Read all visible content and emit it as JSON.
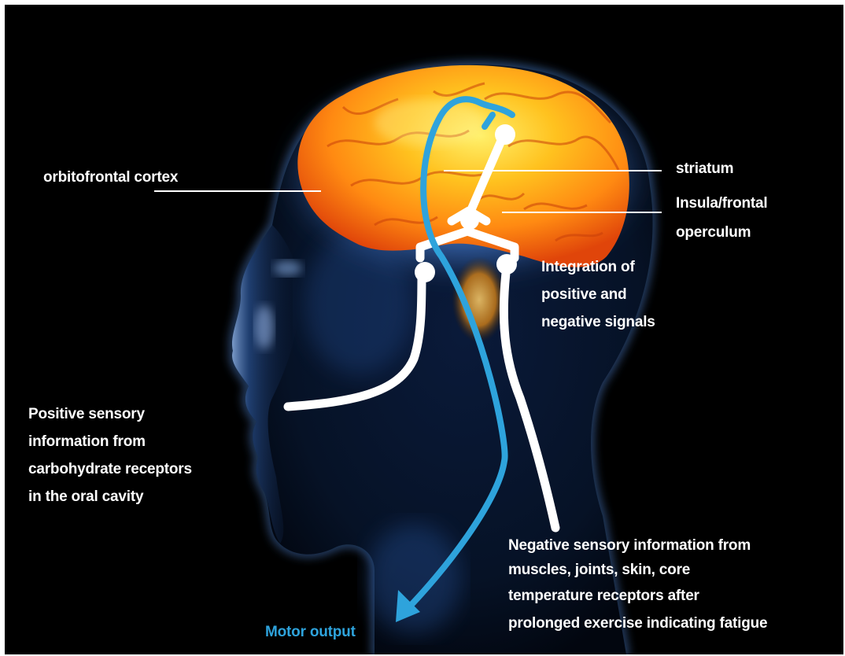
{
  "labels": {
    "orbitofrontal": "orbitofrontal cortex",
    "striatum": "striatum",
    "insula_line1": "Insula/frontal",
    "insula_line2": "operculum",
    "integration_line1": "Integration of",
    "integration_line2": "positive and",
    "integration_line3": "negative signals",
    "positive_line1": "Positive sensory",
    "positive_line2": "information from",
    "positive_line3": "carbohydrate receptors",
    "positive_line4": "in the oral cavity",
    "negative_line1": "Negative sensory information from",
    "negative_line2": "muscles, joints, skin, core",
    "negative_line3": "temperature receptors after",
    "negative_line4": "prolonged exercise indicating fatigue",
    "motor_output": "Motor output"
  },
  "colors": {
    "background": "#000000",
    "label_text": "#ffffff",
    "motor_pathway": "#2ea3dc",
    "sensory_pathway": "#ffffff",
    "brain": "#ff9a1a",
    "head_glow": "#3f7fd8"
  },
  "icons": {
    "motor_arrow": "arrow-down-icon"
  }
}
